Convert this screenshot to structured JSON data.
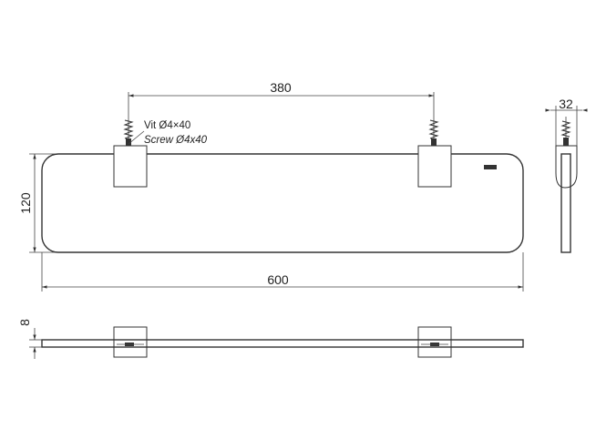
{
  "dimensions": {
    "mount_spacing": "380",
    "depth": "120",
    "length": "600",
    "side_width": "32",
    "thickness": "8"
  },
  "notes": {
    "screw_vi": "Vit Ø4×40",
    "screw_en": "Screw Ø4x40"
  }
}
